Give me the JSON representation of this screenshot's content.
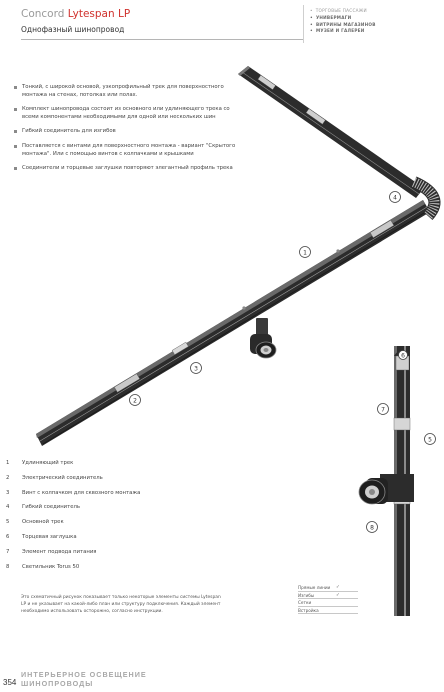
{
  "header": {
    "brand": "Concord",
    "product": "Lytespan LP",
    "subtitle": "Однофазный шинопровод",
    "tags": [
      {
        "label": "ТОРГОВЫЕ ПАССАЖИ",
        "active": false
      },
      {
        "label": "УНИВЕРМАГИ",
        "active": true
      },
      {
        "label": "ВИТРИНЫ МАГАЗИНОВ",
        "active": true
      },
      {
        "label": "МУЗЕИ И ГАЛЕРЕИ",
        "active": true
      }
    ]
  },
  "features": [
    "Тонкий, с широкой основой, узкопрофильный трек для поверхностного монтажа на стенах, потолках или полах.",
    "Комплект шинопровода состоит из основного или удлиняющего трека со всеми компонентами необходимыми для одной или нескольких шин",
    "Гибкий соединитель для изгибов",
    "Поставляется с винтами для поверхностного монтажа - вариант \"Скрытого монтажа\". Или с помощью винтов с колпачками и крышками",
    "Соединители и торцевые заглушки повторяют элегантный профиль трека"
  ],
  "legend": [
    {
      "num": "1",
      "label": "Удлиняющий трек"
    },
    {
      "num": "2",
      "label": "Электрический соединитель"
    },
    {
      "num": "3",
      "label": "Винт с колпачком для сквозного монтажа"
    },
    {
      "num": "4",
      "label": "Гибкий соединитель"
    },
    {
      "num": "5",
      "label": "Основной трек"
    },
    {
      "num": "6",
      "label": "Торцевая заглушка"
    },
    {
      "num": "7",
      "label": "Элемент подвода питания"
    },
    {
      "num": "8",
      "label": "Светильник Torus 50"
    }
  ],
  "callouts": [
    "1",
    "2",
    "3",
    "4",
    "5",
    "6",
    "7",
    "8"
  ],
  "note": "Это схематичный рисунок показывает только некоторые элементы системы Lytespan LP и не указывает на какой-либо план или структуру подключения. Каждый элемент необходимо использовать осторожно, согласно инструкции.",
  "spec": [
    {
      "label": "Прямые линии",
      "check": "✓"
    },
    {
      "label": "Изгибы",
      "check": "✓"
    },
    {
      "label": "Сетки",
      "check": ""
    },
    {
      "label": "Встройка",
      "check": ""
    }
  ],
  "footer": {
    "page": "354",
    "category": "ИНТЕРЬЕРНОЕ ОСВЕЩЕНИЕ",
    "section": "ШИНОПРОВОДЫ"
  },
  "colors": {
    "accent": "#d0312d",
    "muted": "#9a9a9a",
    "text": "#222222"
  }
}
